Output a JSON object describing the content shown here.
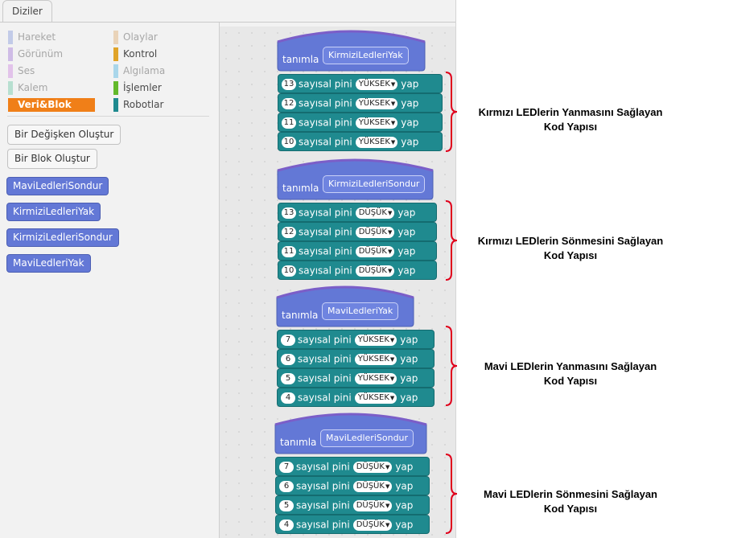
{
  "tab": {
    "label": "Diziler"
  },
  "categories": [
    {
      "label": "Hareket",
      "color": "#c2cbe8",
      "state": "dim"
    },
    {
      "label": "Görünüm",
      "color": "#cfbce6",
      "state": "dim"
    },
    {
      "label": "Ses",
      "color": "#e2c3ea",
      "state": "dim"
    },
    {
      "label": "Kalem",
      "color": "#b7dfd0",
      "state": "dim"
    },
    {
      "label": "Veri&Blok",
      "color": "#f07f18",
      "state": "active"
    },
    {
      "label": "Olaylar",
      "color": "#e9d3b8",
      "state": "dim"
    },
    {
      "label": "Kontrol",
      "color": "#e0a429",
      "state": "bright"
    },
    {
      "label": "Algılama",
      "color": "#a9d6ea",
      "state": "dim"
    },
    {
      "label": "İşlemler",
      "color": "#63b92b",
      "state": "bright"
    },
    {
      "label": "Robotlar",
      "color": "#1f8a8f",
      "state": "bright"
    }
  ],
  "palette": {
    "make_variable": "Bir Değişken Oluştur",
    "make_block": "Bir Blok Oluştur",
    "procedures": [
      "MaviLedleriSondur",
      "KirmiziLedleriYak",
      "KirmiziLedleriSondur",
      "MaviLedleriYak"
    ]
  },
  "scripts": [
    {
      "define": "tanımla",
      "name": "KirmiziLedleriYak",
      "commands": [
        {
          "pin": "13",
          "text": "sayısal pini",
          "value": "YÜKSEK",
          "tail": "yap"
        },
        {
          "pin": "12",
          "text": "sayısal pini",
          "value": "YÜKSEK",
          "tail": "yap"
        },
        {
          "pin": "11",
          "text": "sayısal pini",
          "value": "YÜKSEK",
          "tail": "yap"
        },
        {
          "pin": "10",
          "text": "sayısal pini",
          "value": "YÜKSEK",
          "tail": "yap"
        }
      ]
    },
    {
      "define": "tanımla",
      "name": "KirmiziLedleriSondur",
      "commands": [
        {
          "pin": "13",
          "text": "sayısal pini",
          "value": "DÜŞÜK",
          "tail": "yap"
        },
        {
          "pin": "12",
          "text": "sayısal pini",
          "value": "DÜŞÜK",
          "tail": "yap"
        },
        {
          "pin": "11",
          "text": "sayısal pini",
          "value": "DÜŞÜK",
          "tail": "yap"
        },
        {
          "pin": "10",
          "text": "sayısal pini",
          "value": "DÜŞÜK",
          "tail": "yap"
        }
      ]
    },
    {
      "define": "tanımla",
      "name": "MaviLedleriYak",
      "commands": [
        {
          "pin": "7",
          "text": "sayısal pini",
          "value": "YÜKSEK",
          "tail": "yap"
        },
        {
          "pin": "6",
          "text": "sayısal pini",
          "value": "YÜKSEK",
          "tail": "yap"
        },
        {
          "pin": "5",
          "text": "sayısal pini",
          "value": "YÜKSEK",
          "tail": "yap"
        },
        {
          "pin": "4",
          "text": "sayısal pini",
          "value": "YÜKSEK",
          "tail": "yap"
        }
      ]
    },
    {
      "define": "tanımla",
      "name": "MaviLedleriSondur",
      "commands": [
        {
          "pin": "7",
          "text": "sayısal pini",
          "value": "DÜŞÜK",
          "tail": "yap"
        },
        {
          "pin": "6",
          "text": "sayısal pini",
          "value": "DÜŞÜK",
          "tail": "yap"
        },
        {
          "pin": "5",
          "text": "sayısal pini",
          "value": "DÜŞÜK",
          "tail": "yap"
        },
        {
          "pin": "4",
          "text": "sayısal pini",
          "value": "DÜŞÜK",
          "tail": "yap"
        }
      ]
    }
  ],
  "annotations": [
    {
      "line1": "Kırmızı LEDlerin Yanmasını Sağlayan",
      "line2": "Kod Yapısı"
    },
    {
      "line1": "Kırmızı LEDlerin Sönmesini Sağlayan",
      "line2": "Kod Yapısı"
    },
    {
      "line1": "Mavi LEDlerin Yanmasını Sağlayan",
      "line2": "Kod Yapısı"
    },
    {
      "line1": "Mavi LEDlerin Sönmesini Sağlayan",
      "line2": "Kod Yapısı"
    }
  ],
  "colors": {
    "define_block": "#6378d6",
    "define_block_top": "#7b5ec8",
    "command_block": "#1f8a8f",
    "brace": "#e0001b"
  }
}
